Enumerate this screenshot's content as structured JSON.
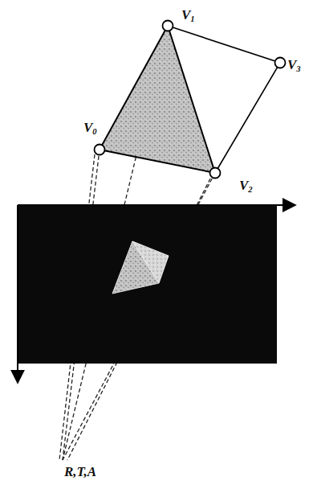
{
  "diagram": {
    "labels": [
      "V1",
      "V3",
      "V0",
      "V2",
      "R,T,A"
    ]
  }
}
